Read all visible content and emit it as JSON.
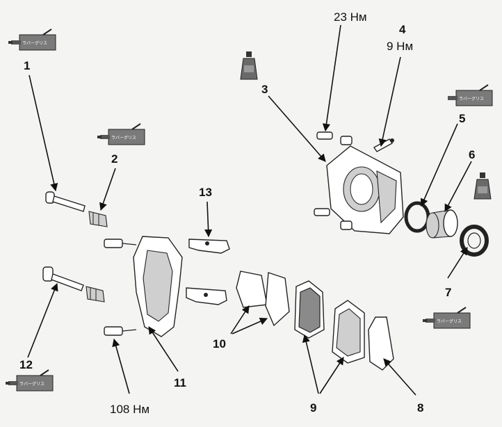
{
  "callouts": {
    "c1": "1",
    "c2": "2",
    "c3": "3",
    "c4": "4",
    "c5": "5",
    "c6": "6",
    "c7": "7",
    "c8": "8",
    "c9": "9",
    "c10": "10",
    "c11": "11",
    "c12": "12",
    "c13": "13"
  },
  "torques": {
    "t_23": "23 Нм",
    "t_9": "9 Нм",
    "t_108": "108 Нм"
  },
  "grease_label": "ラバーグリス",
  "colors": {
    "ink": "#111111",
    "paper": "#f4f4f2",
    "grease_tube": "#7a7a7a"
  }
}
